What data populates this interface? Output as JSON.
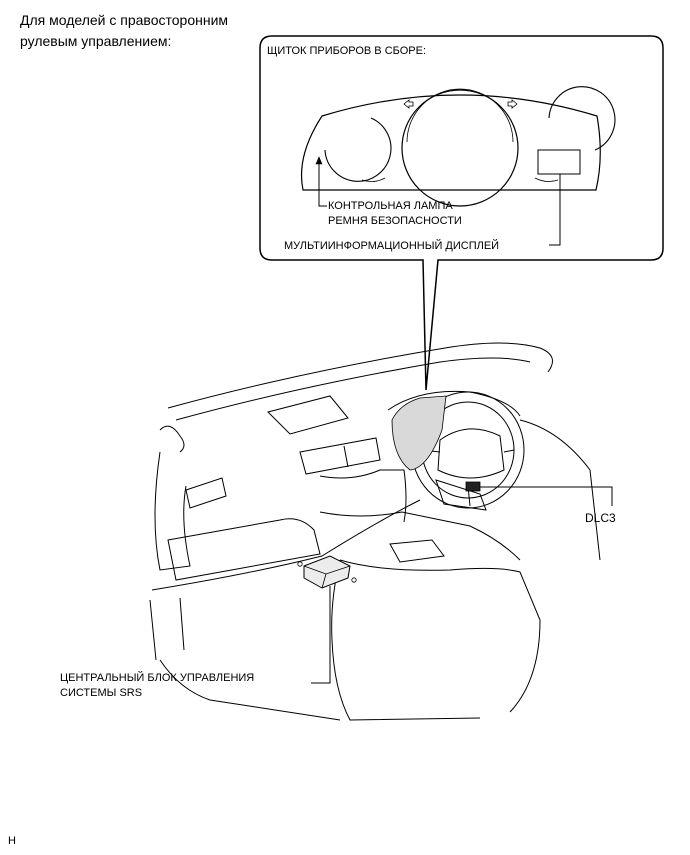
{
  "heading": {
    "line1": "Для моделей с правосторонним",
    "line2": "рулевым управлением:"
  },
  "callout": {
    "title": "ЩИТОК ПРИБОРОВ В СБОРЕ:"
  },
  "labels": {
    "seatbelt_line1": "КОНТРОЛЬНАЯ ЛАМПА",
    "seatbelt_line2": "РЕМНЯ БЕЗОПАСНОСТИ",
    "multi_info_display": "МУЛЬТИИНФОРМАЦИОННЫЙ ДИСПЛЕЙ",
    "dlc3": "DLC3",
    "srs_line1": "ЦЕНТРАЛЬНЫЙ БЛОК УПРАВЛЕНИЯ",
    "srs_line2": "СИСТЕМЫ SRS"
  },
  "footer": {
    "mark": "H"
  }
}
